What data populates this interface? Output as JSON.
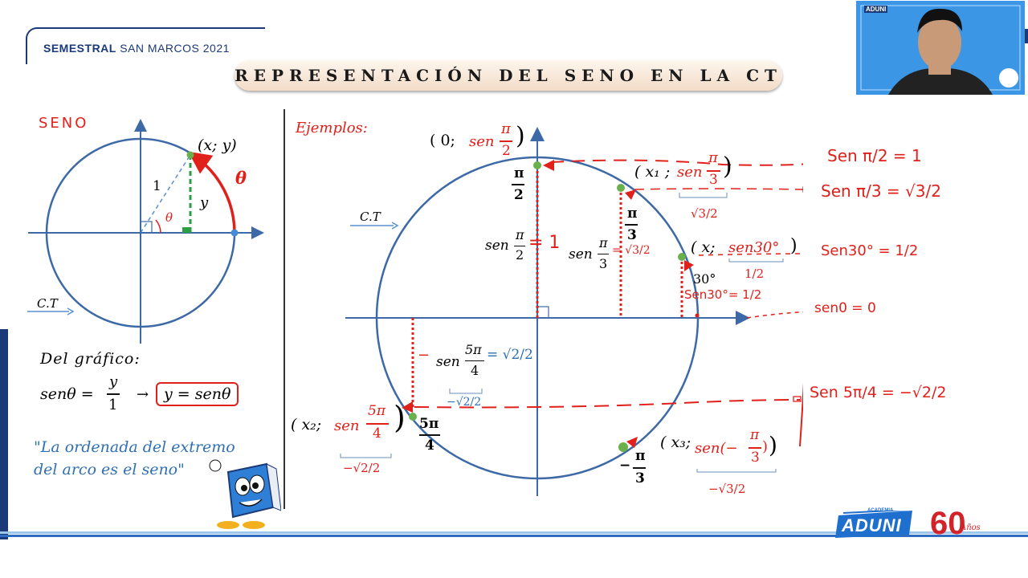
{
  "header": {
    "semestral_bold": "SEMESTRAL",
    "semestral_rest": "SAN MARCOS 2021",
    "title": "REPRESENTACIÓN DEL SENO EN LA CT"
  },
  "left_panel": {
    "heading": "SENO",
    "point_label": "(x; y)",
    "radius_label": "1",
    "y_label": "y",
    "theta_label": "θ",
    "ct_label": "C.T",
    "del_grafico": "Del gráfico:",
    "formula_lhs": "senθ =",
    "formula_num": "y",
    "formula_den": "1",
    "arrow": "→",
    "formula_boxed": "y = senθ",
    "quote_line1": "\"La ordenada del extremo",
    "quote_line2": "del arco es el seno\""
  },
  "main_panel": {
    "ejemplos": "Ejemplos:",
    "ct_label": "C.T",
    "top_point": "( 0;",
    "sen": "sen",
    "pi": "π",
    "two": "2",
    "three": "3",
    "four": "4",
    "five_pi": "5π",
    "paren_close": ")",
    "x1_label": "( x₁ ;",
    "x_label": "( x;",
    "sen30": "sen30°",
    "one_half": "1/2",
    "thirty": "30°",
    "x2_label": "( x₂;",
    "x3_label": "( x₃;",
    "sen_neg": "sen(−",
    "neg_sqrt3_2": "−√3/2",
    "sqrt3_2": "√3/2",
    "neg_sqrt2_2": "−√2/2",
    "pi_over_2_bold_num": "π",
    "pi_over_2_bold_den": "2",
    "pi_over_3_bold_num": "π",
    "pi_over_3_bold_den": "3",
    "five_pi_4_bold_num": "5π",
    "five_pi_4_bold_den": "4",
    "neg": "−",
    "hand_eq1": "= 1",
    "hand_sqrt3_2": "= √3/2",
    "hand_sen30": "Sen30°= 1/2",
    "hand_sen5pi4_blue": "= √2/2",
    "hand_neg_sqrt2_2_blue": "−√2/2"
  },
  "right_notes": {
    "n1": "Sen π/2 = 1",
    "n2": "Sen π/3 = √3/2",
    "n3": "Sen30° = 1/2",
    "n4": "sen0 = 0",
    "n5": "Sen 5π/4 = −√2/2"
  },
  "footer": {
    "academia": "ACADEMIA",
    "aduni": "ADUNI",
    "sixty": "60",
    "anos": "Años"
  },
  "webcam": {
    "badge": "ADUNI"
  },
  "colors": {
    "navy": "#1b3a78",
    "red": "#e0201b",
    "blue": "#2f6fb3",
    "circle": "#3d6aa6",
    "green": "#6ab04c"
  }
}
